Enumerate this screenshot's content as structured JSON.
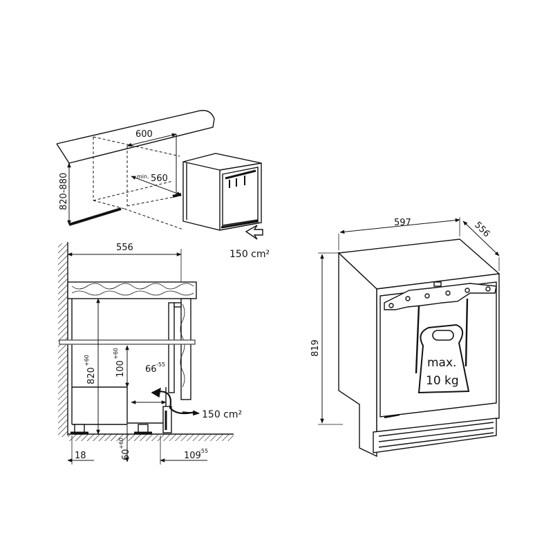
{
  "iso_view": {
    "width_label": "600",
    "min_prefix": "min.",
    "min_depth_label": "560",
    "height_range_label": "820-880",
    "vent_area_label": "150 cm²"
  },
  "side_section": {
    "depth_label": "556",
    "height_label": "820",
    "height_tol": "+60",
    "plinth_label": "100",
    "plinth_tol": "+60",
    "vent_gap_label": "66",
    "vent_gap_tol": "-55",
    "vent_area_label": "150 cm²",
    "foot_label": "60",
    "foot_tol": "+60",
    "wall_gap_label": "18",
    "front_label": "109",
    "front_tol": "-55"
  },
  "appliance": {
    "width_label": "597",
    "depth_label": "556",
    "height_label": "819",
    "weight_line1": "max.",
    "weight_line2": "10 kg"
  }
}
